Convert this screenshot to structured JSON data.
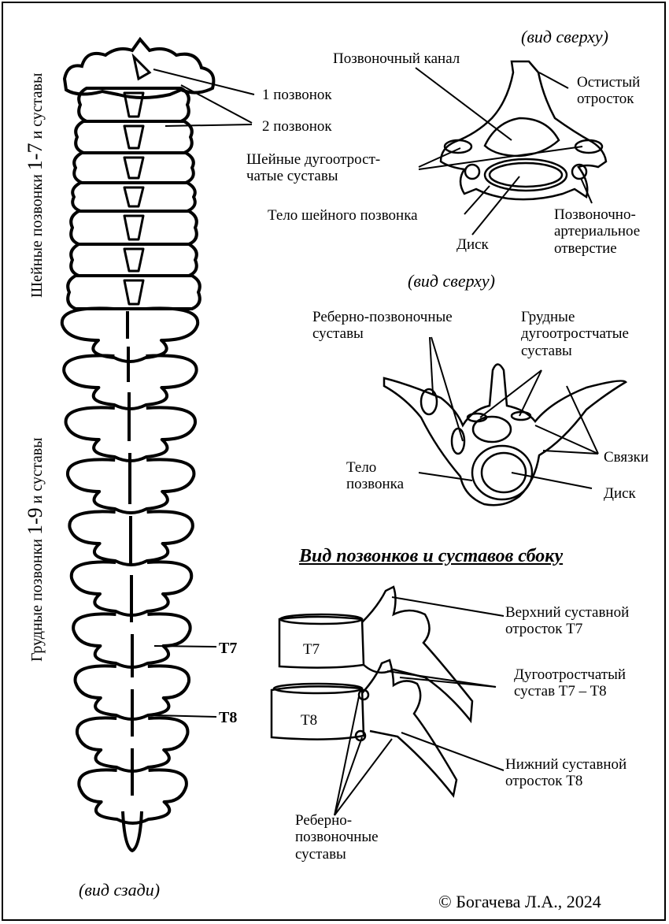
{
  "left_column": {
    "cervical_label": "Шейные позвонки",
    "cervical_range": "1-7",
    "cervical_suffix": "и суставы",
    "thoracic_label": "Грудные позвонки",
    "thoracic_range": "1-9",
    "thoracic_suffix": "и суставы",
    "vertebra_1": "1 позвонок",
    "vertebra_2": "2 позвонок",
    "t7": "T7",
    "t8": "T8",
    "view_back": "(вид сзади)"
  },
  "cervical_top_view": {
    "view": "(вид сверху)",
    "spinal_canal": "Позвоночный канал",
    "spinous_process": "Остистый\nотросток",
    "facet_joints": "Шейные дугоотрост-\nчатые суставы",
    "body": "Тело шейного позвонка",
    "disc": "Диск",
    "vertebral_foramen": "Позвоночно-\nартериальное\nотверстие"
  },
  "thoracic_top_view": {
    "view": "(вид сверху)",
    "costovertebral": "Реберно-позвоночные\nсуставы",
    "thoracic_facet": "Грудные\nдугоотростчатые\nсуставы",
    "ligaments": "Связки",
    "body": "Тело\nпозвонка",
    "disc": "Диск"
  },
  "side_view": {
    "heading": "Вид позвонков и суставов сбоку",
    "t7": "T7",
    "t8": "T8",
    "superior_process": "Верхний суставной\nотросток T7",
    "facet_joint": "Дугоотростчатый\nсустав T7 – T8",
    "inferior_process": "Нижний суставной\nотросток T8",
    "costovertebral": "Реберно-\nпозвоночные\nсуставы"
  },
  "copyright": "© Богачева Л.А., 2024"
}
